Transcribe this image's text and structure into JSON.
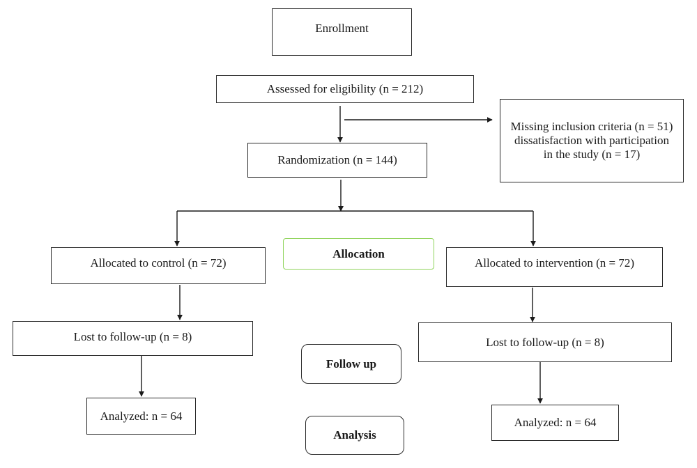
{
  "flow": {
    "enrollment": "Enrollment",
    "assessed": "Assessed for eligibility (n = 212)",
    "excluded": {
      "line1": "Missing inclusion criteria (n = 51)",
      "line2": "dissatisfaction with participation",
      "line3": "in the study (n = 17)"
    },
    "randomization": "Randomization (n = 144)",
    "control": {
      "allocated": "Allocated to control (n = 72)",
      "lost": "Lost to follow-up (n = 8)",
      "analyzed": "Analyzed: n = 64"
    },
    "intervention": {
      "allocated": "Allocated to intervention (n = 72)",
      "lost": "Lost to follow-up (n = 8)",
      "analyzed": "Analyzed: n = 64"
    }
  },
  "stages": {
    "allocation": "Allocation",
    "follow_up": "Follow up",
    "analysis": "Analysis"
  },
  "colors": {
    "allocation_border": "#8fd35a"
  }
}
